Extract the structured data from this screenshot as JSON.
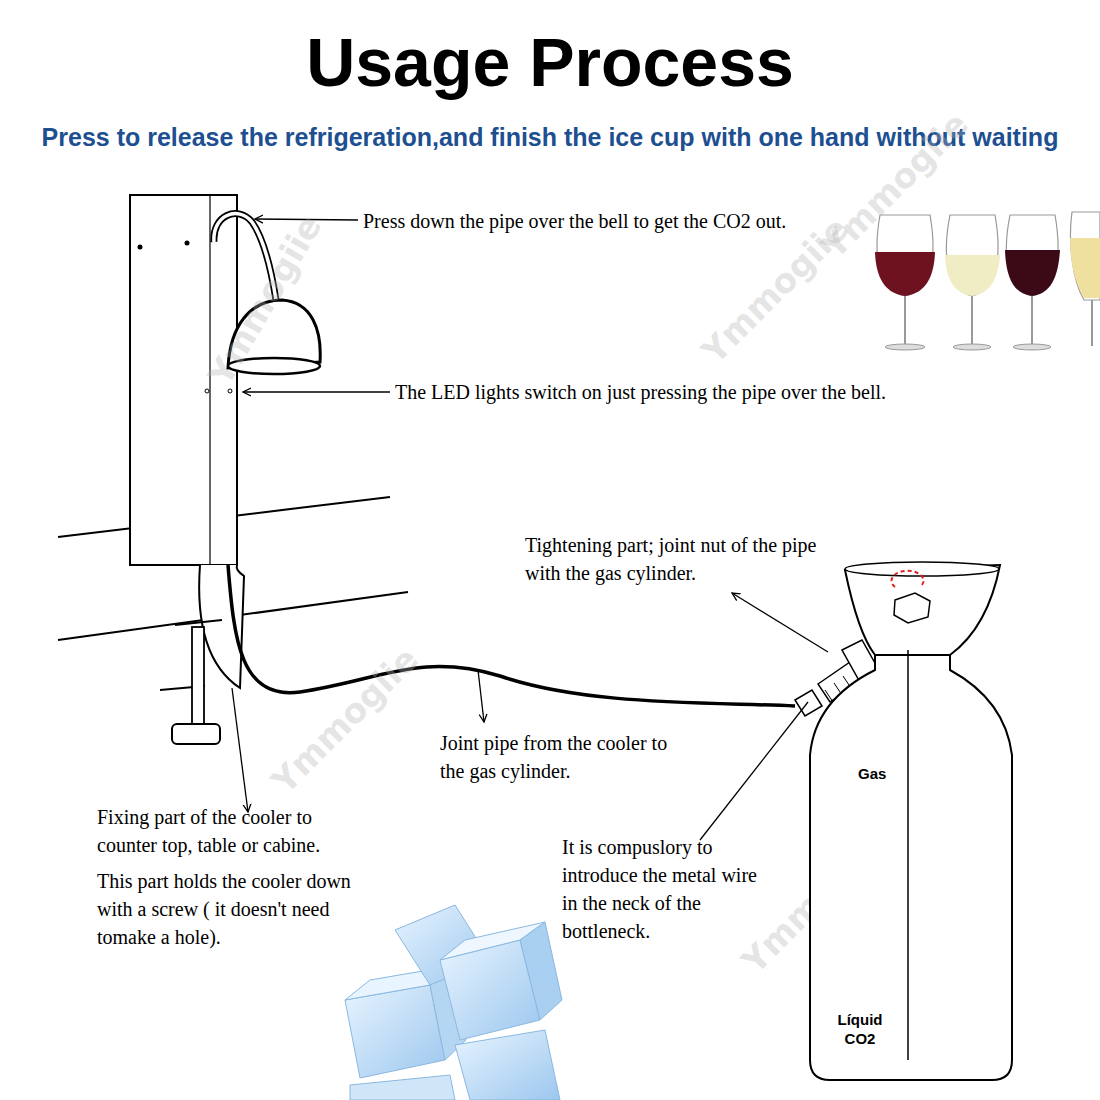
{
  "diagram": {
    "title": "Usage Process",
    "nodes": [
      {
        "text": [
          "Gas",
          "Líquid CO2"
        ]
      }
    ],
    "labels": [
      "Press to release the refrigeration,and finish the ice cup with one hand without waiting",
      "Press down the pipe over the bell to get the CO2 out.",
      "The LED lights switch on just pressing the pipe over the bell.",
      "Tightening part; joint nut of the pipe with the gas cylinder.",
      "Joint pipe from the cooler to the gas cylinder.",
      "Fixing part of the cooler to counter top, table or cabine.",
      "This part holds the cooler down with a screw ( it doesn't need tomake a hole).",
      "It is compuslory to introduce the metal wire in the neck of the bottleneck.",
      "Ymmogiie",
      "Ymmogiie",
      "Ymmogiie",
      "Ymmogiie",
      "Ymmogiie"
    ]
  }
}
